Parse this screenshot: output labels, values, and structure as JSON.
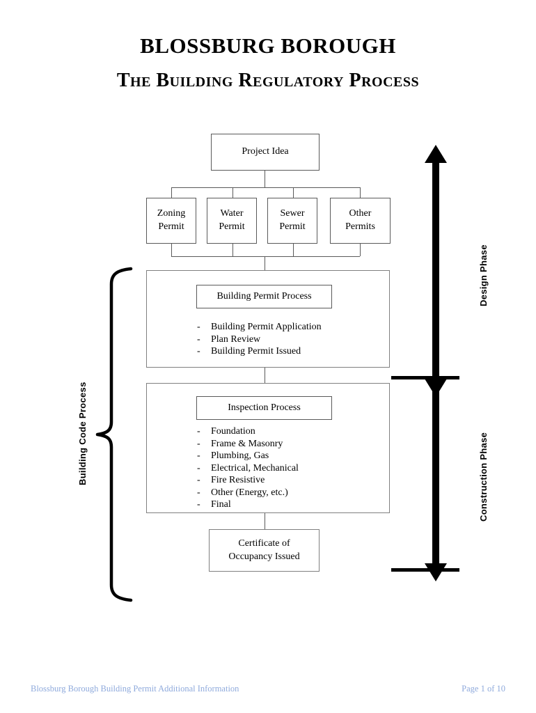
{
  "document": {
    "title_main": "BLOSSBURG BOROUGH",
    "title_sub": "The Building Regulatory Process"
  },
  "flow": {
    "project_idea": "Project Idea",
    "permits": [
      {
        "line1": "Zoning",
        "line2": "Permit"
      },
      {
        "line1": "Water",
        "line2": "Permit"
      },
      {
        "line1": "Sewer",
        "line2": "Permit"
      },
      {
        "line1": "Other",
        "line2": "Permits"
      }
    ],
    "building_permit": {
      "header": "Building Permit Process",
      "marker": "-",
      "items": [
        "Building Permit Application",
        "Plan Review",
        "Building Permit Issued"
      ]
    },
    "inspection": {
      "header": "Inspection Process",
      "marker": "-",
      "items": [
        "Foundation",
        "Frame & Masonry",
        "Plumbing, Gas",
        "Electrical, Mechanical",
        "Fire Resistive",
        "Other (Energy, etc.)",
        "Final"
      ]
    },
    "certificate": {
      "line1": "Certificate of",
      "line2": "Occupancy Issued"
    }
  },
  "annotations": {
    "left_bracket_label": "Building Code Process",
    "design_phase_label": "Design Phase",
    "construction_phase_label": "Construction Phase"
  },
  "footer": {
    "left": "Blossburg Borough Building Permit Additional Information",
    "right": "Page 1 of 10"
  },
  "colors": {
    "box_border": "#595959",
    "panel_border": "#7f7f7f",
    "footer_text": "#8faadc",
    "arrow_fill": "#000000",
    "page_background": "#ffffff"
  }
}
